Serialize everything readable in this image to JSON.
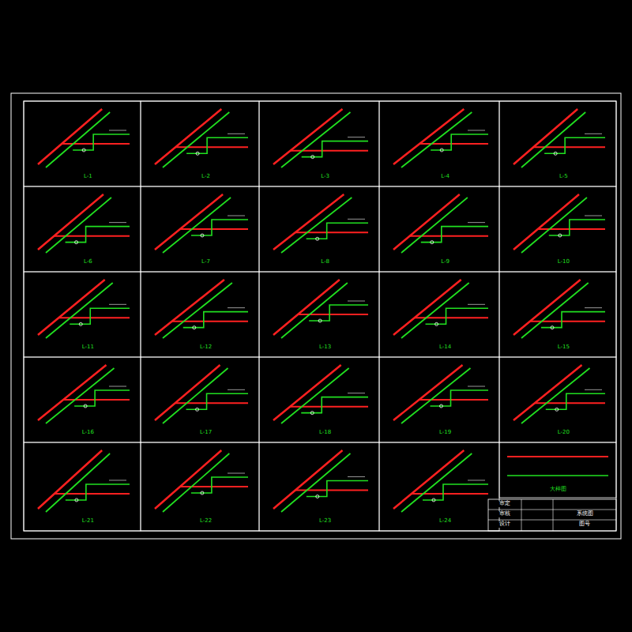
{
  "diagram": {
    "labels": [
      "L-1",
      "L-2",
      "L-3",
      "L-4",
      "L-5",
      "L-6",
      "L-7",
      "L-8",
      "L-9",
      "L-10",
      "L-11",
      "L-12",
      "L-13",
      "L-14",
      "L-15",
      "L-16",
      "L-17",
      "L-18",
      "L-19",
      "L-20",
      "L-21",
      "L-22",
      "L-23",
      "L-24",
      "大样图",
      "审定",
      "审核",
      "设计",
      "系统图",
      "图号"
    ]
  }
}
